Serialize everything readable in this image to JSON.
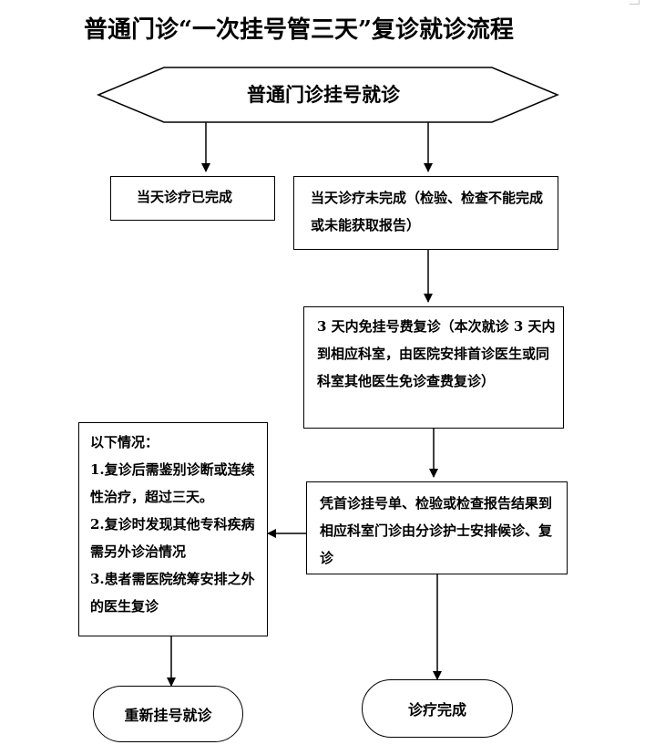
{
  "title": "普通门诊“一次挂号管三天”复诊就诊流程",
  "start": {
    "label": "普通门诊挂号就诊"
  },
  "branch_done": {
    "label": "当天诊疗已完成"
  },
  "branch_undone": {
    "label": "当天诊疗未完成（检验、检查不能完成或未能获取报告）"
  },
  "free_revisit": {
    "label": "3 天内免挂号费复诊（本次就诊 3 天内到相应科室，由医院安排首诊医生或同科室其他医生免诊查费复诊）"
  },
  "procedure": {
    "label": "凭首诊挂号单、检验或检查报告结果到相应科室门诊由分诊护士安排候诊、复诊"
  },
  "exceptions": {
    "heading": "以下情况：",
    "items": [
      "1.复诊后需鉴别诊断或连续性治疗，超过三天。",
      "2.复诊时发现其他专科疾病需另外诊治情况",
      "3.患者需医院统筹安排之外的医生复诊"
    ]
  },
  "end_reregister": {
    "label": "重新挂号就诊"
  },
  "end_complete": {
    "label": "诊疗完成"
  }
}
